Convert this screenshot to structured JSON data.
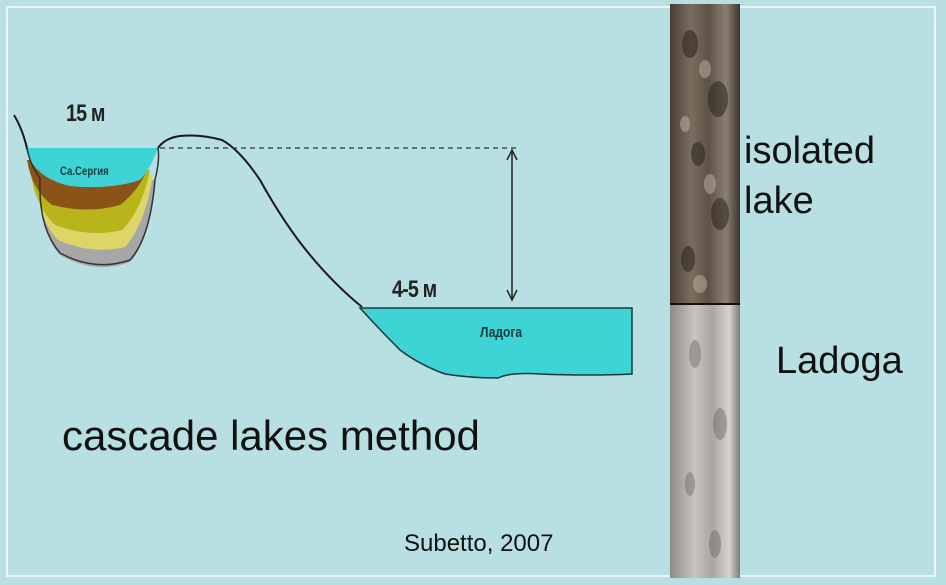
{
  "diagram": {
    "small_lake_depth": "15 м",
    "small_lake_name": "Са.Сергия",
    "ladoga_depth": "4-5 м",
    "ladoga_name": "Ладога",
    "caption": "cascade lakes method",
    "citation": "Subetto, 2007"
  },
  "core": {
    "upper_label": "isolated lake",
    "lower_label": "Ladoga"
  },
  "colors": {
    "background": "#b8dfe1",
    "water": "#3ed3d5",
    "sediment_brown": "#8a5419",
    "sediment_olive": "#b7b51a",
    "sediment_yellow": "#dcd669",
    "sediment_grey": "#a7a7a7"
  }
}
